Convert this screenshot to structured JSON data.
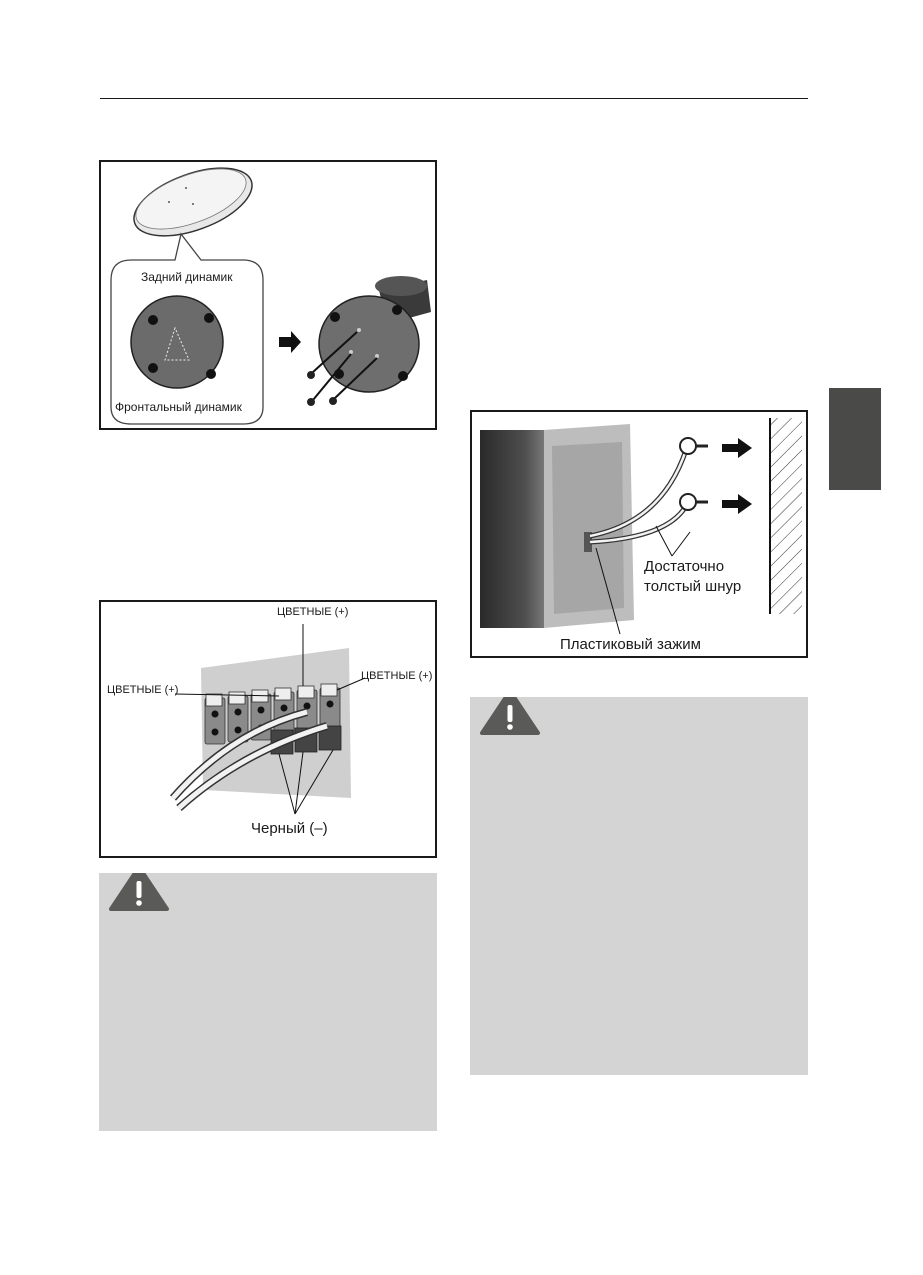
{
  "figure1": {
    "rear_speaker_label": "Задний динамик",
    "front_speaker_label": "Фронтальный динамик"
  },
  "figure2": {
    "colored_top_label": "ЦВЕТНЫЕ (+)",
    "colored_left_label": "ЦВЕТНЫЕ (+)",
    "colored_right_label": "ЦВЕТНЫЕ (+)",
    "black_label": "Черный (–)"
  },
  "figure3": {
    "cord_label_line1": "Достаточно",
    "cord_label_line2": "толстый шнур",
    "clip_label": "Пластиковый зажим"
  },
  "colors": {
    "tab": "#4a4a48",
    "warning_background": "#d4d4d4",
    "warning_icon": "#5a5a58"
  },
  "icons": [
    "warning-triangle-icon",
    "arrow-right-icon"
  ]
}
